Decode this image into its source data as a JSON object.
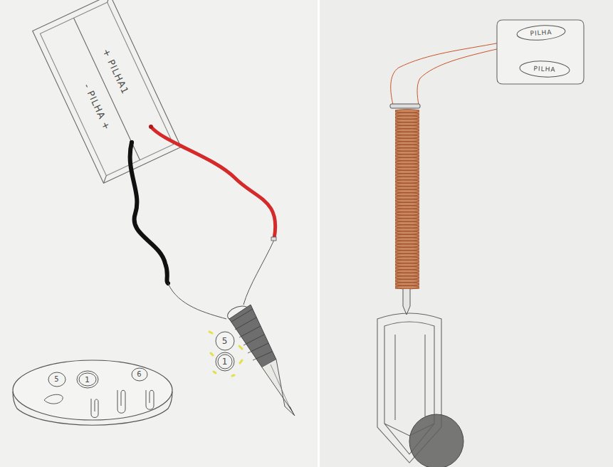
{
  "diagram": {
    "nodes": [
      {
        "text": [
          "+ PILHA1"
        ]
      },
      {
        "text": [
          "- PILHA +"
        ]
      },
      {
        "text": [
          "PILHA"
        ]
      },
      {
        "text": [
          "PILHA"
        ]
      },
      {
        "text": [
          "5"
        ]
      },
      {
        "text": [
          "1"
        ]
      },
      {
        "text": [
          "5"
        ]
      },
      {
        "text": [
          "1"
        ]
      },
      {
        "text": [
          "6"
        ]
      }
    ]
  }
}
